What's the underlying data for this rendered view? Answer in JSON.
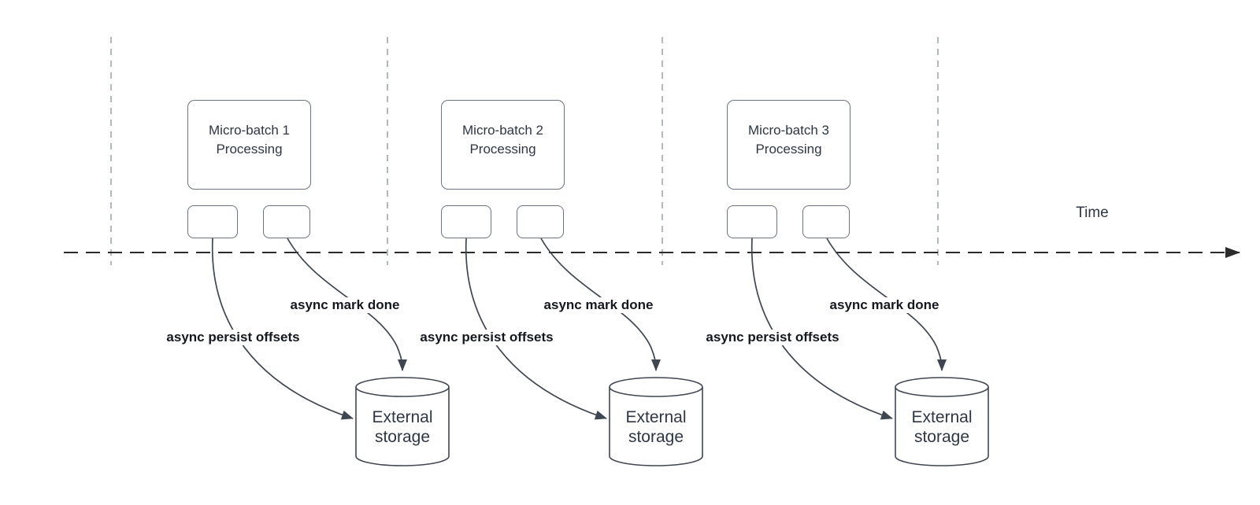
{
  "axis": {
    "time_label": "Time"
  },
  "groups": [
    {
      "box_line1": "Micro-batch 1",
      "box_line2": "Processing",
      "persist_label": "async persist offsets",
      "done_label": "async mark done",
      "storage_line1": "External",
      "storage_line2": "storage"
    },
    {
      "box_line1": "Micro-batch 2",
      "box_line2": "Processing",
      "persist_label": "async persist offsets",
      "done_label": "async mark done",
      "storage_line1": "External",
      "storage_line2": "storage"
    },
    {
      "box_line1": "Micro-batch 3",
      "box_line2": "Processing",
      "persist_label": "async persist offsets",
      "done_label": "async mark done",
      "storage_line1": "External",
      "storage_line2": "storage"
    }
  ],
  "colors": {
    "background": "#ffffff",
    "node_border": "#6b7280",
    "connector": "#3f4651",
    "timeline": "#2b2b2b",
    "guide_line": "#9aa0a6",
    "node_text": "#2e3644",
    "annotation_text": "#14181f"
  }
}
